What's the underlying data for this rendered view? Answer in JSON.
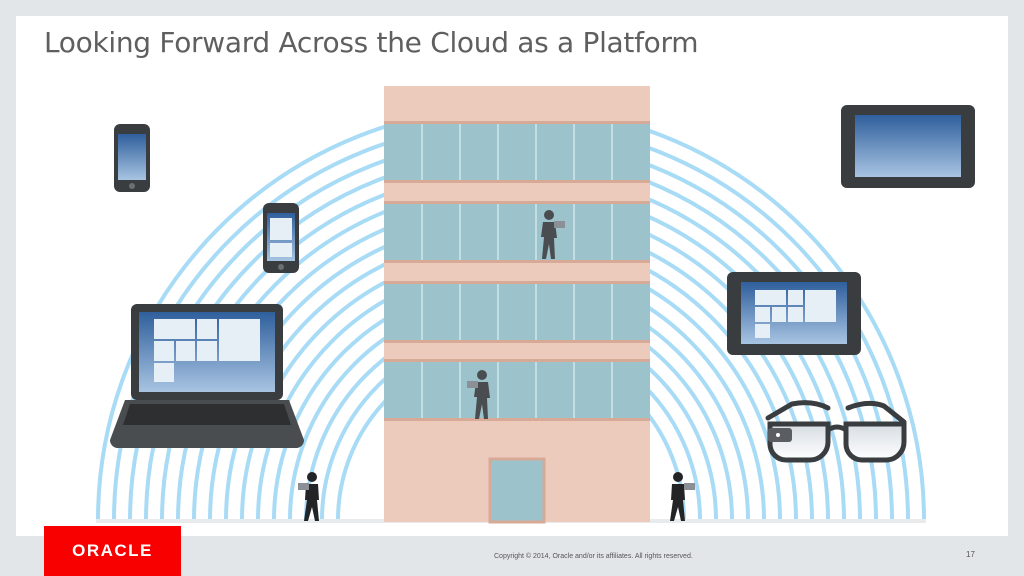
{
  "slide": {
    "title": "Looking Forward Across the Cloud as a Platform"
  },
  "footer": {
    "logo_text": "ORACLE",
    "copyright": "Copyright © 2014, Oracle and/or its affiliates. All rights reserved.",
    "page_number": "17"
  },
  "illustration": {
    "center": "office-building",
    "devices": [
      "smartphone",
      "smartphone",
      "laptop",
      "tablet",
      "tablet",
      "smart-glasses"
    ],
    "people": [
      "person-with-tablet",
      "person-with-tablet",
      "person-with-tablet",
      "person-with-tablet"
    ],
    "signal": "wireless-waves"
  },
  "colors": {
    "brand_red": "#f80000",
    "signal_blue": "#9fd6f2",
    "building_pink": "#eccbbd",
    "window_blue": "#9cc3cb",
    "screen_blue": "#3f6ea8",
    "device_dark": "#3a3d40"
  }
}
